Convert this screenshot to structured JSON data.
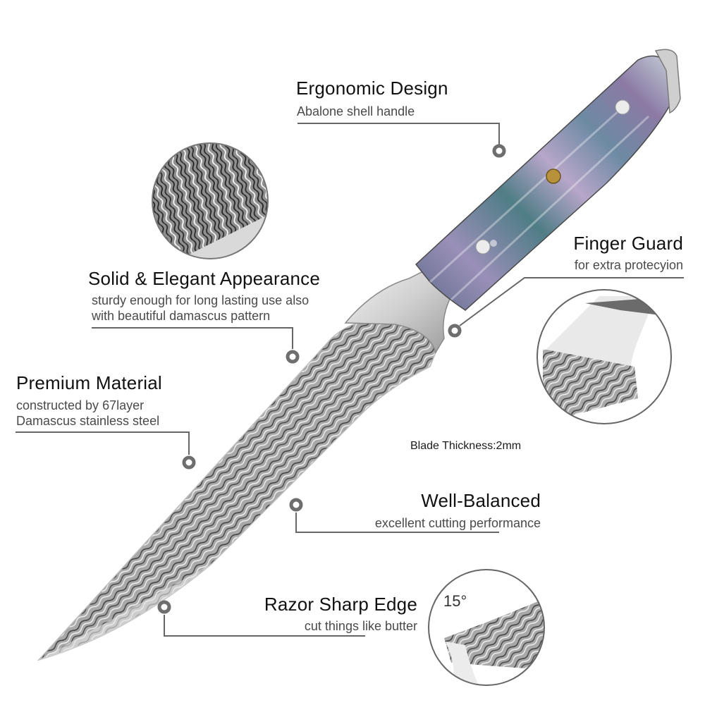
{
  "features": [
    {
      "id": "ergonomic",
      "title": "Ergonomic Design",
      "subtitle": [
        "Abalone shell handle"
      ]
    },
    {
      "id": "appearance",
      "title": "Solid & Elegant Appearance",
      "subtitle": [
        "sturdy enough for long lasting use also",
        "with beautiful damascus pattern"
      ]
    },
    {
      "id": "finger-guard",
      "title": "Finger Guard",
      "subtitle": [
        "for extra protecyion"
      ]
    },
    {
      "id": "material",
      "title": "Premium Material",
      "subtitle": [
        "constructed by 67layer",
        "Damascus stainless steel"
      ]
    },
    {
      "id": "balanced",
      "title": "Well-Balanced",
      "subtitle": [
        "excellent cutting performance"
      ]
    },
    {
      "id": "edge",
      "title": "Razor Sharp Edge",
      "subtitle": [
        "cut things like butter"
      ]
    }
  ],
  "blade_thickness": "Blade Thickness:2mm",
  "edge_angle": "15°",
  "colors": {
    "title": "#111111",
    "subtitle": "#4a4a4a",
    "callout_line": "#666666",
    "marker": "#6e6e6e"
  },
  "icons": {
    "marker": "ring-marker-icon",
    "detail_damascus": "damascus-pattern-detail",
    "detail_guard": "finger-guard-detail",
    "detail_edge": "edge-angle-detail"
  }
}
